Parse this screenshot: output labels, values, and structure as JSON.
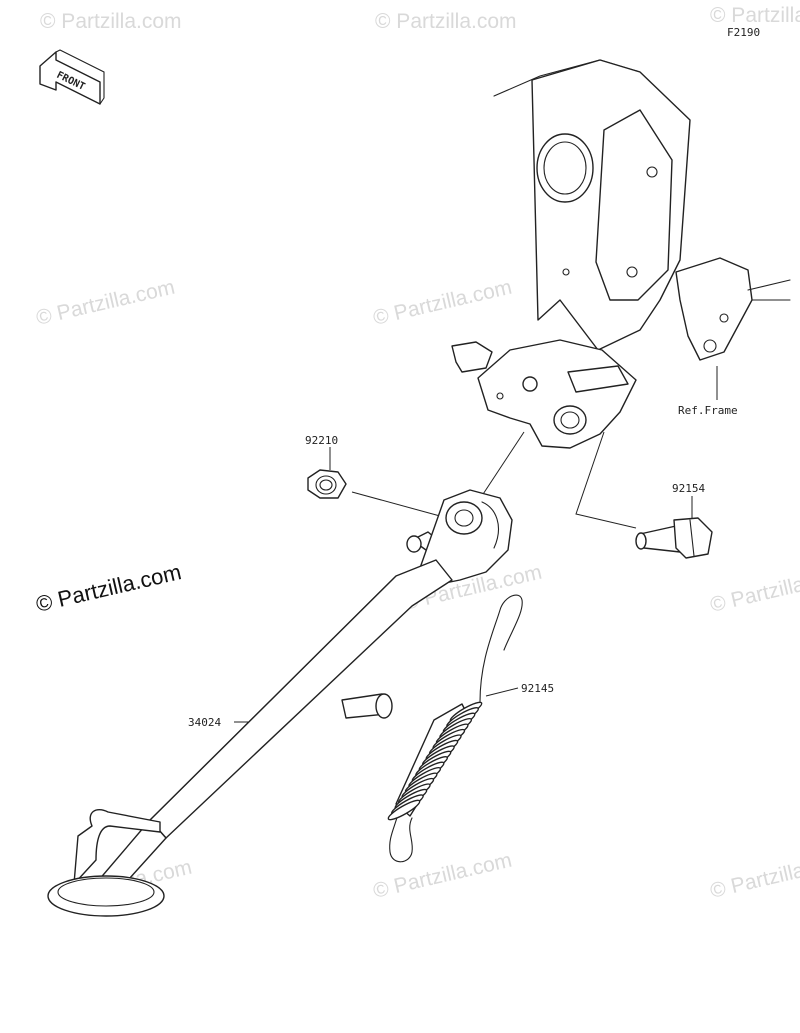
{
  "diagram_code": "F2190",
  "front_label": "FRONT",
  "watermark": "© Partzilla.com",
  "watermark_main": "© Partzilla.com",
  "parts": [
    {
      "id": "92210",
      "name": "nut"
    },
    {
      "id": "92154",
      "name": "bolt"
    },
    {
      "id": "92145",
      "name": "spring"
    },
    {
      "id": "34024",
      "name": "side-stand"
    }
  ],
  "ref_frame": "Ref.Frame",
  "colors": {
    "line": "#222222",
    "watermark": "#d9d9d9"
  }
}
